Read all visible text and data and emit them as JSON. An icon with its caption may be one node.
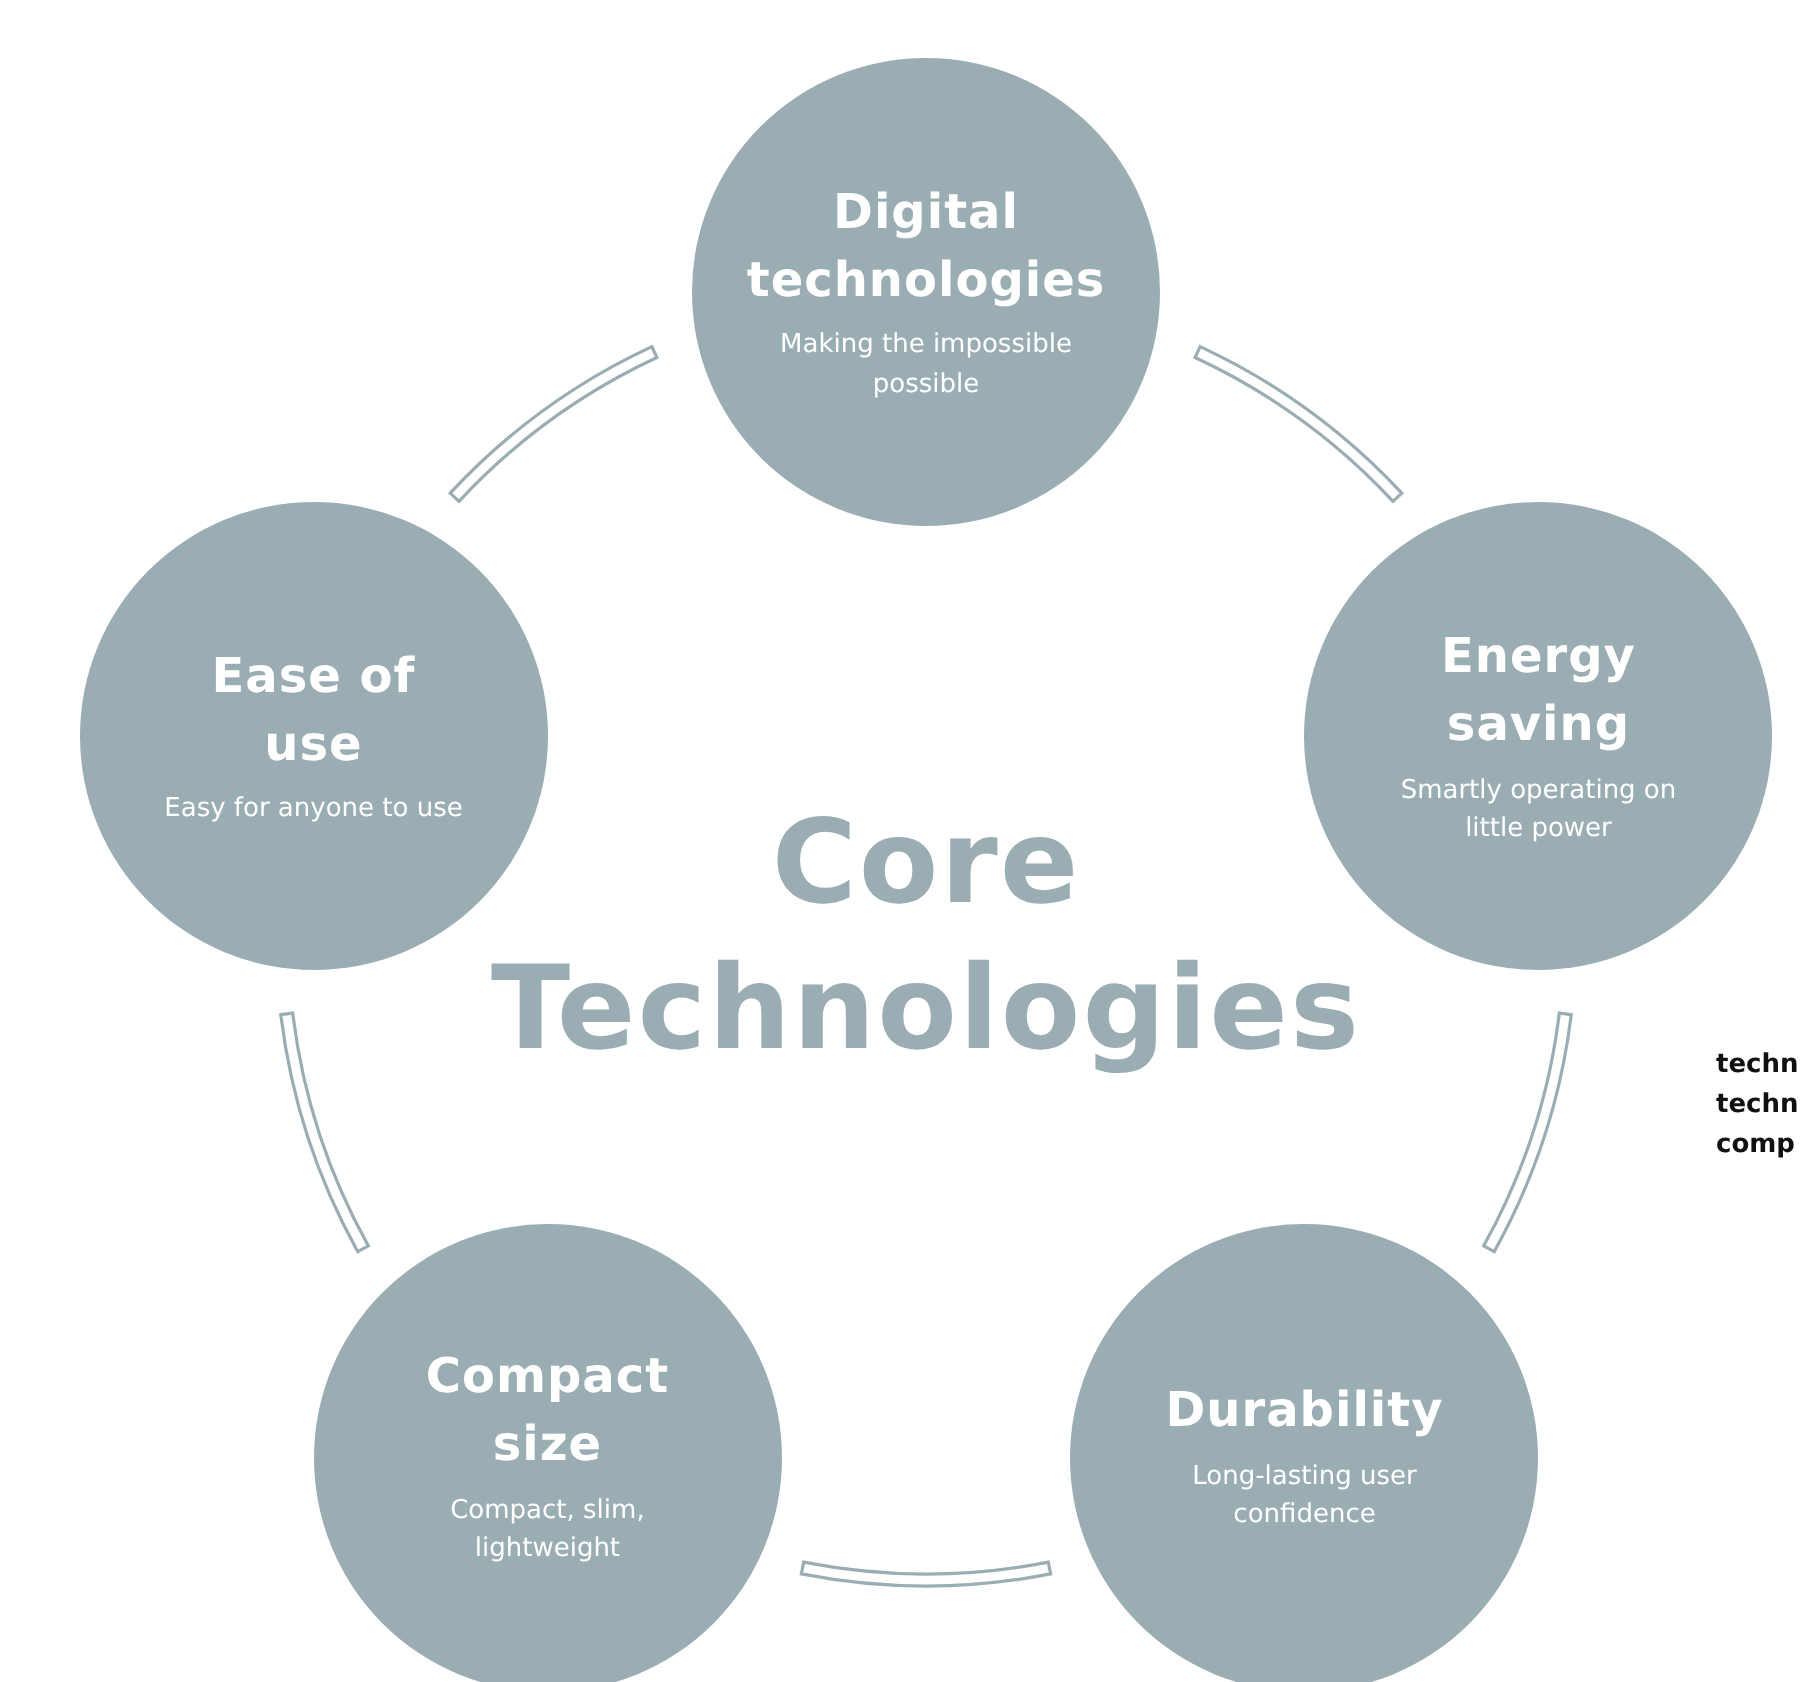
{
  "diagram": {
    "title": "Core Technologies",
    "nodes": [
      {
        "text": [
          "Digital technologies",
          "Making the impossible possible"
        ]
      },
      {
        "text": [
          "Ease of use",
          "Easy for anyone to use"
        ]
      },
      {
        "text": [
          "Energy saving",
          "Smartly operating on little power"
        ]
      },
      {
        "text": [
          "Compact size",
          "Compact, slim, lightweight"
        ]
      },
      {
        "text": [
          "Durability",
          "Long-lasting user confidence"
        ]
      }
    ],
    "edges": [
      {
        "from": 0,
        "to": 2,
        "arrow": "none"
      },
      {
        "from": 2,
        "to": 4,
        "arrow": "none"
      },
      {
        "from": 4,
        "to": 3,
        "arrow": "none"
      },
      {
        "from": 3,
        "to": 1,
        "arrow": "none"
      },
      {
        "from": 1,
        "to": 0,
        "arrow": "none"
      }
    ],
    "labels": [
      "techn techn comp"
    ]
  }
}
